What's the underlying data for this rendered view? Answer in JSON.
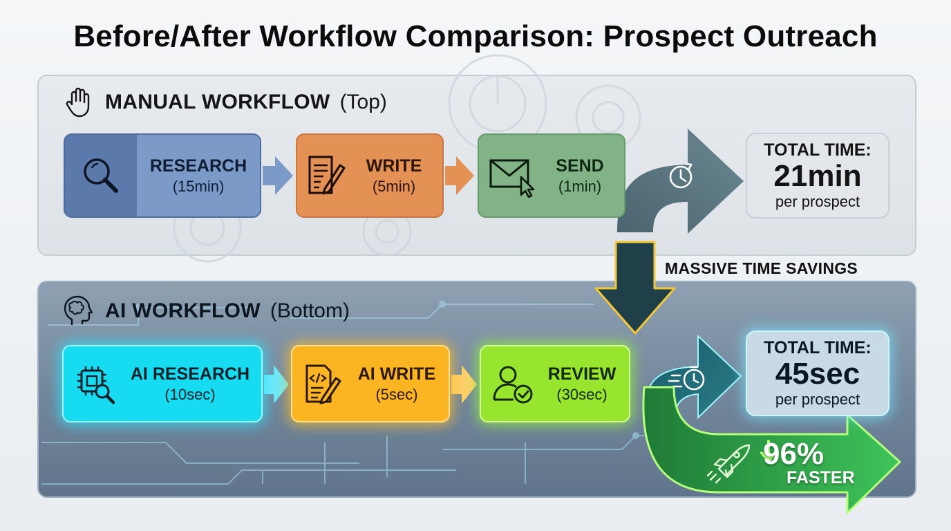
{
  "title": "Before/After Workflow Comparison: Prospect Outreach",
  "colors": {
    "manual_research": "#7c9ac8",
    "manual_write": "#e39155",
    "manual_send": "#82b386",
    "ai_research": "#17dbf0",
    "ai_write": "#fbb523",
    "ai_review": "#97e52e",
    "savings_arrow": "#1f4048",
    "faster_arrow": "#2ea84a"
  },
  "manual": {
    "heading": "MANUAL WORKFLOW",
    "heading_suffix": "(Top)",
    "heading_icon": "hand-icon",
    "steps": [
      {
        "label": "RESEARCH",
        "duration": "(15min)",
        "icon": "magnifier-icon"
      },
      {
        "label": "WRITE",
        "duration": "(5min)",
        "icon": "document-pencil-icon"
      },
      {
        "label": "SEND",
        "duration": "(1min)",
        "icon": "envelope-cursor-icon"
      }
    ],
    "total": {
      "label": "TOTAL TIME:",
      "value": "21min",
      "sub": "per prospect",
      "icon": "clock-refresh-icon"
    }
  },
  "ai": {
    "heading": "AI WORKFLOW",
    "heading_suffix": "(Bottom)",
    "heading_icon": "brain-head-icon",
    "steps": [
      {
        "label": "AI RESEARCH",
        "duration": "(10sec)",
        "icon": "chip-magnifier-icon"
      },
      {
        "label": "AI WRITE",
        "duration": "(5sec)",
        "icon": "code-document-pencil-icon"
      },
      {
        "label": "REVIEW",
        "duration": "(30sec)",
        "icon": "user-check-icon"
      }
    ],
    "total": {
      "label": "TOTAL TIME:",
      "value": "45sec",
      "sub": "per prospect",
      "icon": "stopwatch-icon"
    }
  },
  "savings": {
    "label": "MASSIVE TIME SAVINGS"
  },
  "faster": {
    "percent": "96%",
    "word": "FASTER",
    "icon": "rocket-icon",
    "arrow_icon": "down-arrow-icon"
  }
}
